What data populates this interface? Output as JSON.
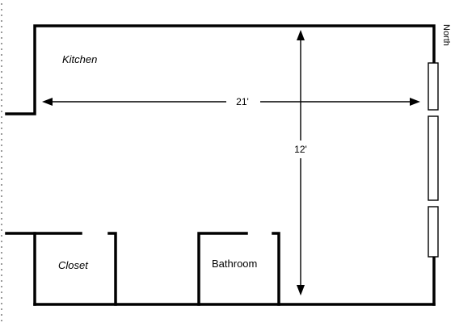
{
  "plan": {
    "rooms": {
      "kitchen": "Kitchen",
      "closet": "Closet",
      "bathroom": "Bathroom"
    },
    "dimensions": {
      "width": "21'",
      "depth": "12'"
    },
    "compass": "North"
  }
}
